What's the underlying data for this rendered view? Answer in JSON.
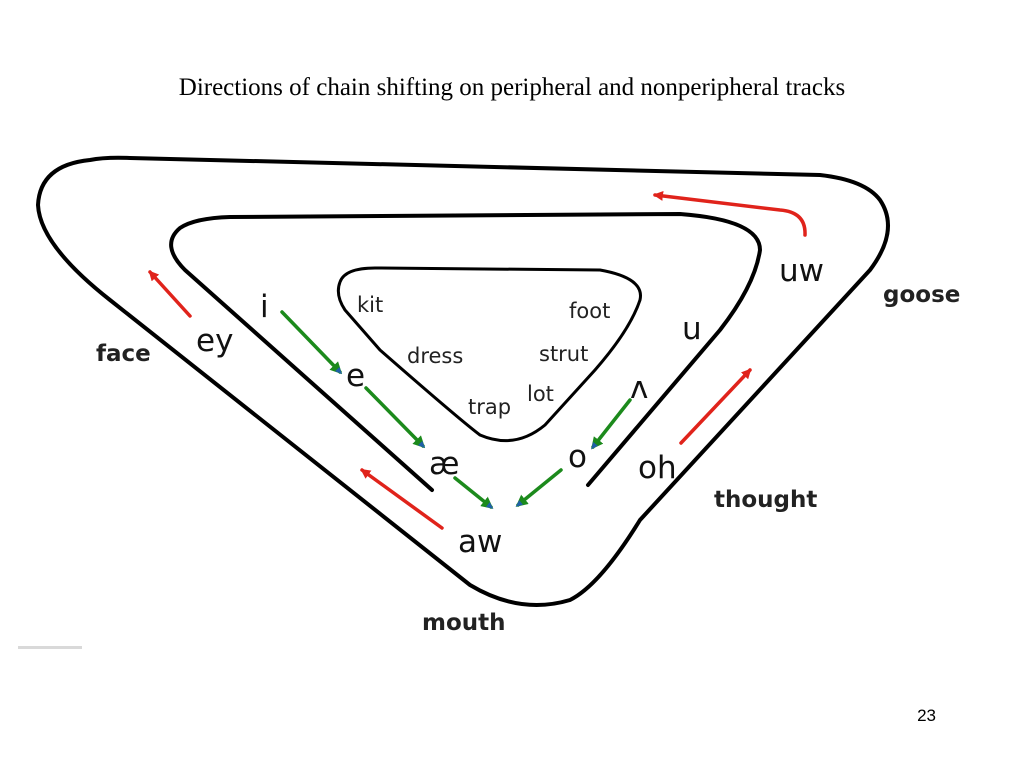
{
  "slide": {
    "title": "Directions of chain shifting on peripheral and nonperipheral tracks",
    "page_number": "23"
  },
  "diagram": {
    "outer_labels": {
      "face": "face",
      "goose": "goose",
      "thought": "thought",
      "mouth": "mouth"
    },
    "inner_labels": {
      "kit": "kit",
      "foot": "foot",
      "dress": "dress",
      "strut": "strut",
      "lot": "lot",
      "trap": "trap"
    },
    "vowels": {
      "uw": "uw",
      "u": "u",
      "i": "i",
      "ey": "ey",
      "e": "e",
      "ae": "æ",
      "aw": "aw",
      "o": "o",
      "wedge": "ʌ",
      "oh": "oh"
    },
    "colors": {
      "peripheral_arrow": "#e0231b",
      "nonperipheral_arrow": "#1c8a1c",
      "arrowhead_accent": "#1f5fa8",
      "track": "#000000"
    }
  }
}
